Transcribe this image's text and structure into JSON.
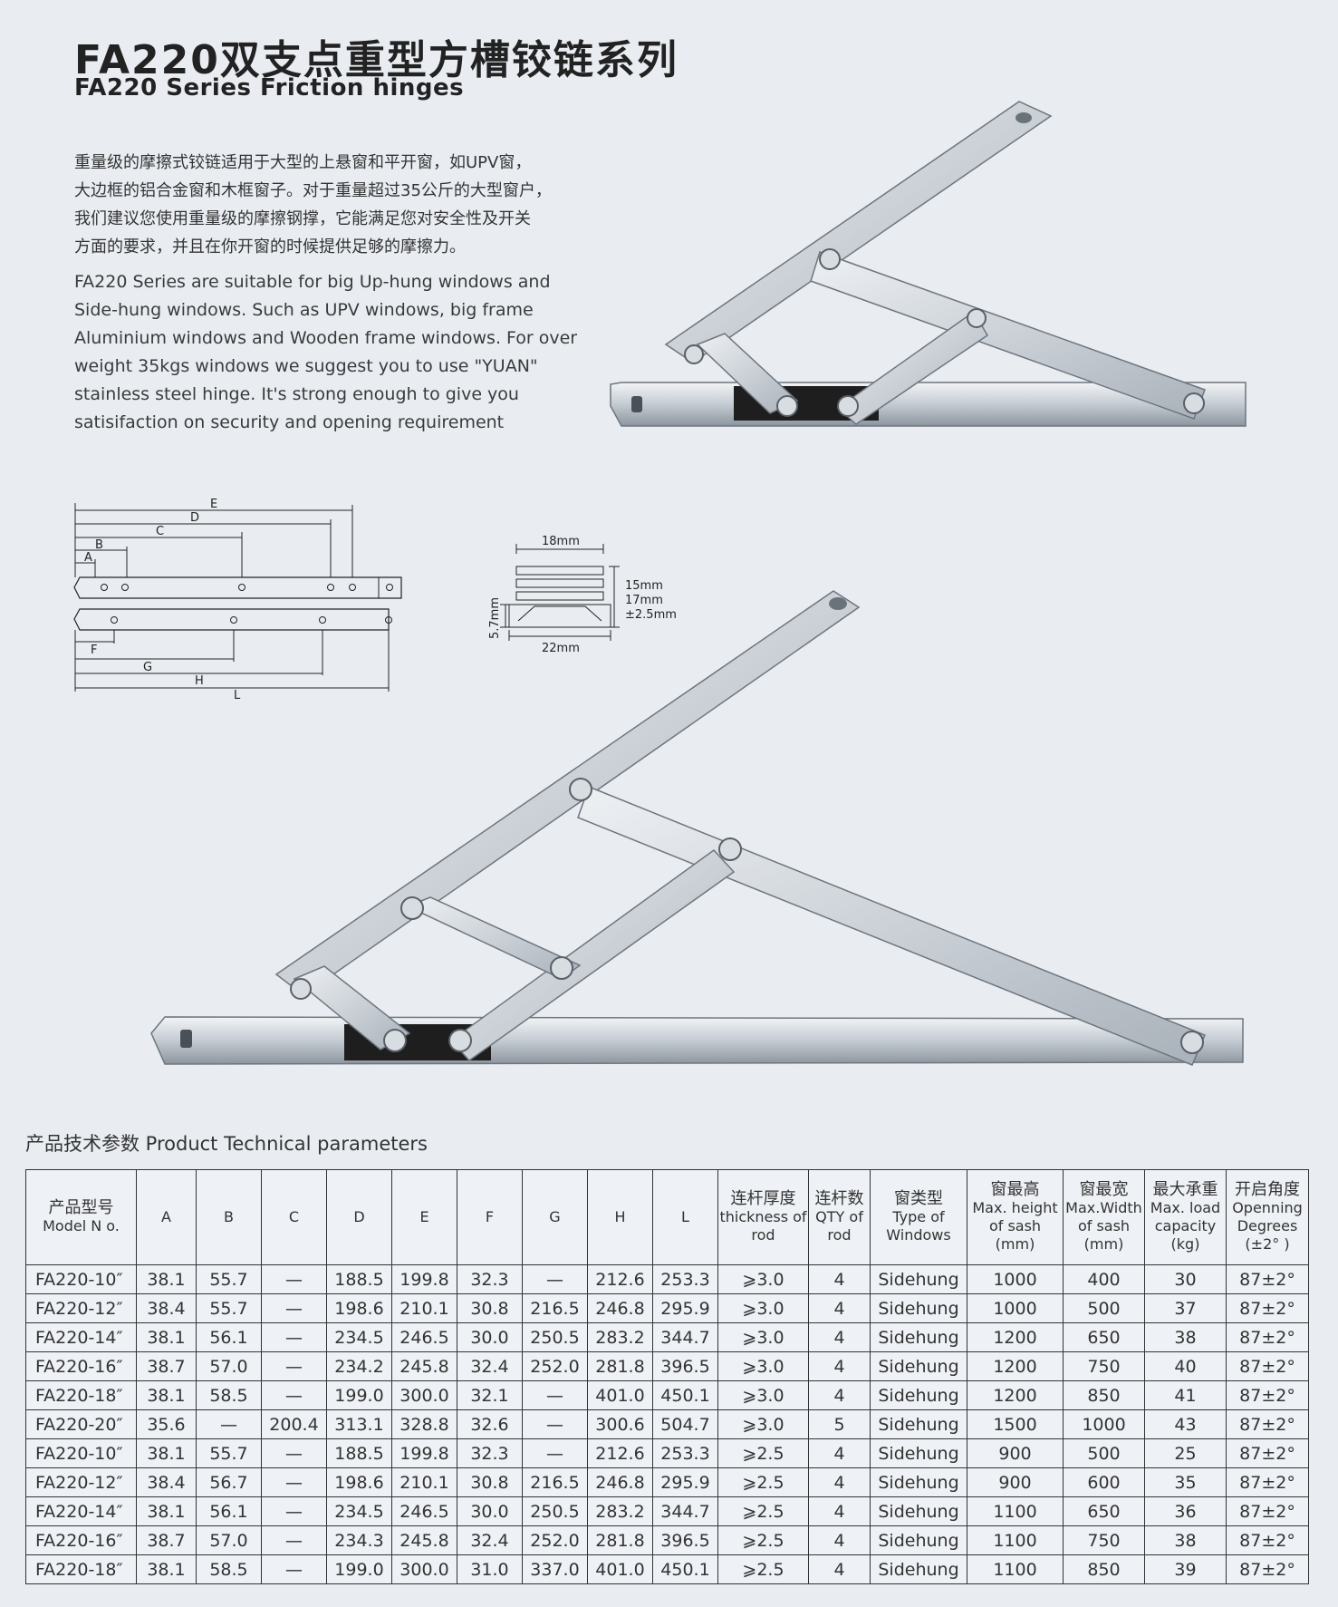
{
  "header": {
    "title_cn": "FA220双支点重型方槽铰链系列",
    "title_en": "FA220 Series  Friction hinges"
  },
  "description": {
    "cn_lines": [
      "重量级的摩擦式铰链适用于大型的上悬窗和平开窗，如UPV窗，",
      "大边框的铝合金窗和木框窗子。对于重量超过35公斤的大型窗户，",
      "我们建议您使用重量级的摩擦钢撑，它能满足您对安全性及开关",
      "方面的要求，并且在你开窗的时候提供足够的摩擦力。"
    ],
    "en_lines": [
      "FA220 Series are suitable for big Up-hung windows and",
      "Side-hung windows. Such as UPV windows, big frame",
      "Aluminium windows and Wooden frame windows. For over",
      "weight 35kgs windows we suggest you to use \"YUAN\"",
      "stainless steel hinge. It's strong enough to give you",
      "satisifaction on security and opening requirement"
    ]
  },
  "diagram": {
    "dim_labels": {
      "E": "E",
      "D": "D",
      "C": "C",
      "B": "B",
      "A": "A",
      "F": "F",
      "G": "G",
      "H": "H",
      "L": "L"
    },
    "profile": {
      "top_width": "18mm",
      "bottom_width": "22mm",
      "height": "5.7mm",
      "right1": "15mm",
      "right2": "17mm",
      "right3": "±2.5mm"
    }
  },
  "section_title": "产品技术参数 Product Technical parameters",
  "table": {
    "headers": [
      {
        "cn": "产品型号",
        "en": "Model N o."
      },
      {
        "cn": "",
        "en": "A"
      },
      {
        "cn": "",
        "en": "B"
      },
      {
        "cn": "",
        "en": "C"
      },
      {
        "cn": "",
        "en": "D"
      },
      {
        "cn": "",
        "en": "E"
      },
      {
        "cn": "",
        "en": "F"
      },
      {
        "cn": "",
        "en": "G"
      },
      {
        "cn": "",
        "en": "H"
      },
      {
        "cn": "",
        "en": "L"
      },
      {
        "cn": "连杆厚度",
        "en": "thickness of rod"
      },
      {
        "cn": "连杆数",
        "en": "QTY of rod"
      },
      {
        "cn": "窗类型",
        "en": "Type of Windows"
      },
      {
        "cn": "窗最高",
        "en": "Max. height of sash (mm)"
      },
      {
        "cn": "窗最宽",
        "en": "Max.Width of sash (mm)"
      },
      {
        "cn": "最大承重",
        "en": "Max. load capacity (kg)"
      },
      {
        "cn": "开启角度",
        "en": "Openning Degrees (±2° )"
      }
    ],
    "rows": [
      [
        "FA220-10″",
        "38.1",
        "55.7",
        "—",
        "188.5",
        "199.8",
        "32.3",
        "—",
        "212.6",
        "253.3",
        "⩾3.0",
        "4",
        "Sidehung",
        "1000",
        "400",
        "30",
        "87±2°"
      ],
      [
        "FA220-12″",
        "38.4",
        "55.7",
        "—",
        "198.6",
        "210.1",
        "30.8",
        "216.5",
        "246.8",
        "295.9",
        "⩾3.0",
        "4",
        "Sidehung",
        "1000",
        "500",
        "37",
        "87±2°"
      ],
      [
        "FA220-14″",
        "38.1",
        "56.1",
        "—",
        "234.5",
        "246.5",
        "30.0",
        "250.5",
        "283.2",
        "344.7",
        "⩾3.0",
        "4",
        "Sidehung",
        "1200",
        "650",
        "38",
        "87±2°"
      ],
      [
        "FA220-16″",
        "38.7",
        "57.0",
        "—",
        "234.2",
        "245.8",
        "32.4",
        "252.0",
        "281.8",
        "396.5",
        "⩾3.0",
        "4",
        "Sidehung",
        "1200",
        "750",
        "40",
        "87±2°"
      ],
      [
        "FA220-18″",
        "38.1",
        "58.5",
        "—",
        "199.0",
        "300.0",
        "32.1",
        "—",
        "401.0",
        "450.1",
        "⩾3.0",
        "4",
        "Sidehung",
        "1200",
        "850",
        "41",
        "87±2°"
      ],
      [
        "FA220-20″",
        "35.6",
        "—",
        "200.4",
        "313.1",
        "328.8",
        "32.6",
        "—",
        "300.6",
        "504.7",
        "⩾3.0",
        "5",
        "Sidehung",
        "1500",
        "1000",
        "43",
        "87±2°"
      ],
      [
        "FA220-10″",
        "38.1",
        "55.7",
        "—",
        "188.5",
        "199.8",
        "32.3",
        "—",
        "212.6",
        "253.3",
        "⩾2.5",
        "4",
        "Sidehung",
        "900",
        "500",
        "25",
        "87±2°"
      ],
      [
        "FA220-12″",
        "38.4",
        "56.7",
        "—",
        "198.6",
        "210.1",
        "30.8",
        "216.5",
        "246.8",
        "295.9",
        "⩾2.5",
        "4",
        "Sidehung",
        "900",
        "600",
        "35",
        "87±2°"
      ],
      [
        "FA220-14″",
        "38.1",
        "56.1",
        "—",
        "234.5",
        "246.5",
        "30.0",
        "250.5",
        "283.2",
        "344.7",
        "⩾2.5",
        "4",
        "Sidehung",
        "1100",
        "650",
        "36",
        "87±2°"
      ],
      [
        "FA220-16″",
        "38.7",
        "57.0",
        "—",
        "234.3",
        "245.8",
        "32.4",
        "252.0",
        "281.8",
        "396.5",
        "⩾2.5",
        "4",
        "Sidehung",
        "1100",
        "750",
        "38",
        "87±2°"
      ],
      [
        "FA220-18″",
        "38.1",
        "58.5",
        "—",
        "199.0",
        "300.0",
        "31.0",
        "337.0",
        "401.0",
        "450.1",
        "⩾2.5",
        "4",
        "Sidehung",
        "1100",
        "850",
        "39",
        "87±2°"
      ]
    ]
  },
  "colors": {
    "background": "#e9edf2",
    "steel": "#c9d0d8",
    "steel_dark": "#8a939c",
    "bracket": "#1e1e1e"
  }
}
